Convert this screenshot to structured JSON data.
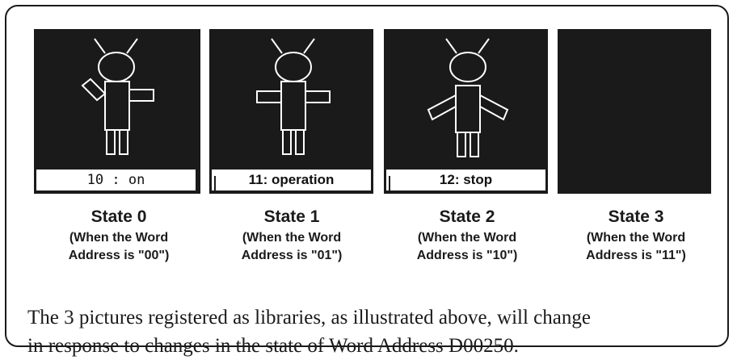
{
  "states": [
    {
      "picture_label": "10 : on",
      "name": "State 0",
      "desc_line1": "(When the Word",
      "desc_line2": "Address is \"00\")"
    },
    {
      "picture_label": "11: operation",
      "name": "State 1",
      "desc_line1": "(When the Word",
      "desc_line2": "Address is \"01\")"
    },
    {
      "picture_label": "12: stop",
      "name": "State 2",
      "desc_line1": "(When the Word",
      "desc_line2": "Address is \"10\")"
    },
    {
      "picture_label": "",
      "name": "State 3",
      "desc_line1": "(When the Word",
      "desc_line2": "Address is \"11\")"
    }
  ],
  "description": {
    "line1": "The 3 pictures registered as libraries, as illustrated above, will change",
    "line2": "in response to changes in the state of Word Address D00250."
  },
  "colors": {
    "picture_background": "#1a1a1a",
    "line_art": "#ffffff",
    "text": "#1a1a1a"
  },
  "icons": [
    "robot-figure-one-arm-raised",
    "robot-figure-arms-horizontal",
    "robot-figure-arms-down"
  ]
}
